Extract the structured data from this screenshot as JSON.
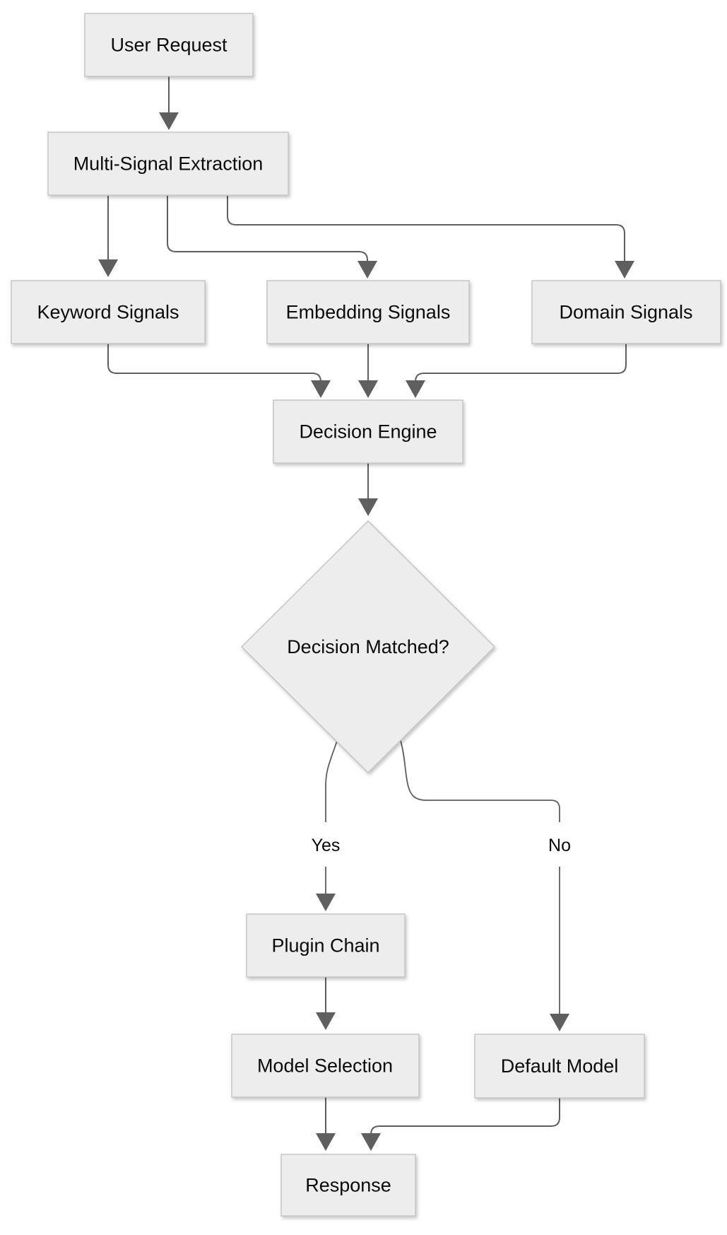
{
  "diagram": {
    "type": "flowchart",
    "direction": "top-down",
    "nodes": [
      {
        "id": "user-request",
        "label": "User Request",
        "shape": "rect"
      },
      {
        "id": "multi-signal-extraction",
        "label": "Multi-Signal Extraction",
        "shape": "rect"
      },
      {
        "id": "keyword-signals",
        "label": "Keyword Signals",
        "shape": "rect"
      },
      {
        "id": "embedding-signals",
        "label": "Embedding Signals",
        "shape": "rect"
      },
      {
        "id": "domain-signals",
        "label": "Domain Signals",
        "shape": "rect"
      },
      {
        "id": "decision-engine",
        "label": "Decision Engine",
        "shape": "rect"
      },
      {
        "id": "decision-matched",
        "label": "Decision Matched?",
        "shape": "diamond"
      },
      {
        "id": "plugin-chain",
        "label": "Plugin Chain",
        "shape": "rect"
      },
      {
        "id": "model-selection",
        "label": "Model Selection",
        "shape": "rect"
      },
      {
        "id": "default-model",
        "label": "Default Model",
        "shape": "rect"
      },
      {
        "id": "response",
        "label": "Response",
        "shape": "rect"
      }
    ],
    "edge_labels": {
      "yes": "Yes",
      "no": "No"
    },
    "edges": [
      {
        "from": "user-request",
        "to": "multi-signal-extraction",
        "label": ""
      },
      {
        "from": "multi-signal-extraction",
        "to": "keyword-signals",
        "label": ""
      },
      {
        "from": "multi-signal-extraction",
        "to": "embedding-signals",
        "label": ""
      },
      {
        "from": "multi-signal-extraction",
        "to": "domain-signals",
        "label": ""
      },
      {
        "from": "keyword-signals",
        "to": "decision-engine",
        "label": ""
      },
      {
        "from": "embedding-signals",
        "to": "decision-engine",
        "label": ""
      },
      {
        "from": "domain-signals",
        "to": "decision-engine",
        "label": ""
      },
      {
        "from": "decision-engine",
        "to": "decision-matched",
        "label": ""
      },
      {
        "from": "decision-matched",
        "to": "plugin-chain",
        "label": "Yes"
      },
      {
        "from": "decision-matched",
        "to": "default-model",
        "label": "No"
      },
      {
        "from": "plugin-chain",
        "to": "model-selection",
        "label": ""
      },
      {
        "from": "model-selection",
        "to": "response",
        "label": ""
      },
      {
        "from": "default-model",
        "to": "response",
        "label": ""
      }
    ],
    "colors": {
      "node_fill": "#ededed",
      "node_border": "#c6c6c6",
      "edge": "#5f5f5f",
      "text": "#0b0b0b",
      "background": "#ffffff"
    }
  }
}
